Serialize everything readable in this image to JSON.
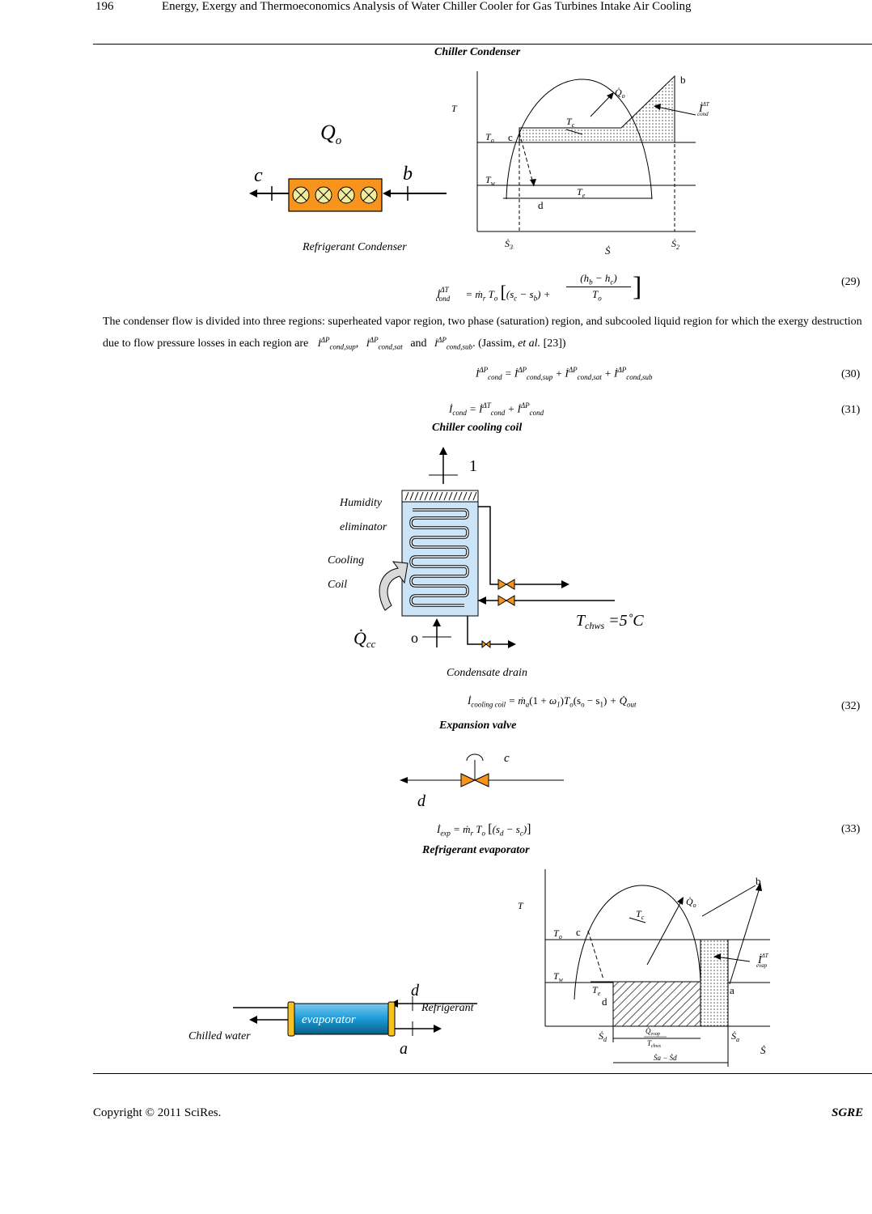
{
  "header": {
    "page_number": "196",
    "running_title": "Energy, Exergy and Thermoeconomics Analysis of Water Chiller Cooler for Gas Turbines Intake Air Cooling"
  },
  "captions": {
    "chiller_condenser": "Chiller Condenser",
    "chiller_cooling_coil": "Chiller cooling coil",
    "expansion_valve": "Expansion valve",
    "refrigerant_evaporator": "Refrigerant evaporator"
  },
  "condenser_figure": {
    "qo_label": "Q",
    "qo_sub": "o",
    "port_c": "c",
    "port_b": "b",
    "caption_below": "Refrigerant Condenser",
    "ts": {
      "T": "T",
      "To": "T",
      "To_sub": "o",
      "Tw": "T",
      "Tw_sub": "w",
      "Tc": "T",
      "Tc_sub": "c",
      "Te": "T",
      "Te_sub": "e",
      "pt_c": "c",
      "pt_b": "b",
      "pt_d": "d",
      "S3": "Ṡ",
      "S3_sub": "3",
      "S2": "Ṡ",
      "S2_sub": "2",
      "S_axis": "Ṡ",
      "Qo": "Q̇",
      "Qo_sub": "o",
      "I_label": "İ",
      "I_sup": "ΔT",
      "I_sub": "cond"
    }
  },
  "equations": {
    "eq29": {
      "number": "(29)"
    },
    "eq30": {
      "number": "(30)"
    },
    "eq31": {
      "number": "(31)"
    },
    "eq32": {
      "number": "(32)"
    },
    "eq33": {
      "number": "(33)"
    }
  },
  "paragraph": {
    "part1": "The condenser flow is divided into three regions: superheated vapor region, two phase (saturation) region, and subcooled liquid region for which the exergy destruction due to flow pressure losses in each region are",
    "comma": ",",
    "and": "and",
    "cite_pre": ". (Jassim,",
    "et_al": "et al.",
    "cite_ref": "[23])"
  },
  "coil_figure": {
    "state_1": "1",
    "state_o": "o",
    "humidity_1": "Humidity",
    "humidity_2": "eliminator",
    "cooling_1": "Cooling",
    "cooling_2": "Coil",
    "qcc": "Q̇",
    "qcc_sub": "cc",
    "tchws": "T",
    "tchws_sub": "chws",
    "tchws_val": " =5˚C",
    "drain": "Condensate drain"
  },
  "valve_figure": {
    "port_c": "c",
    "port_d": "d"
  },
  "evaporator_figure": {
    "box_label": "evaporator",
    "port_d": "d",
    "port_a": "a",
    "refrigerant": "Refrigerant",
    "chilled_water": "Chilled water",
    "ts": {
      "T": "T",
      "To": "T",
      "To_sub": "o",
      "Tw": "T",
      "Tw_sub": "w",
      "Tc": "T",
      "Tc_sub": "c",
      "Te": "T",
      "Te_sub": "e",
      "pt_c": "c",
      "pt_b": "b",
      "pt_d": "d",
      "pt_a": "a",
      "Sd": "Ṡ",
      "Sd_sub": "d",
      "Sa": "Ṡ",
      "Sa_sub": "a",
      "S_axis": "Ṡ",
      "Qo": "Q̇",
      "Qo_sub": "o",
      "I_label": "İ",
      "I_sup": "ΔT",
      "I_sub": "evap",
      "frac_num": "Q̇",
      "frac_num_sub": "evap",
      "frac_den": "T",
      "frac_den_sub": "chws",
      "diff": "Ṡa − Ṡd"
    }
  },
  "footer": {
    "copyright": "Copyright © 2011 SciRes.",
    "journal": "SGRE"
  },
  "colors": {
    "condenser_box": "#f7941d",
    "coil_fill": "#cce4f7",
    "valve": "#f7941d",
    "evaporator": "#1a9ad6",
    "evap_caps": "#f7c21d"
  }
}
